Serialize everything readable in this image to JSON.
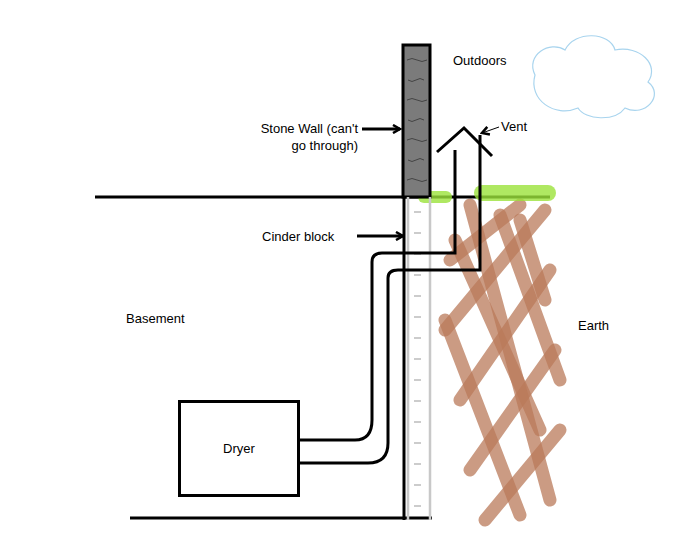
{
  "diagram": {
    "nodes": [
      {
        "text": [
          "Dryer"
        ]
      }
    ],
    "labels": [
      "Outdoors",
      "Stone Wall (can't go through)",
      "Vent",
      "Cinder block",
      "Basement",
      "Earth"
    ]
  }
}
